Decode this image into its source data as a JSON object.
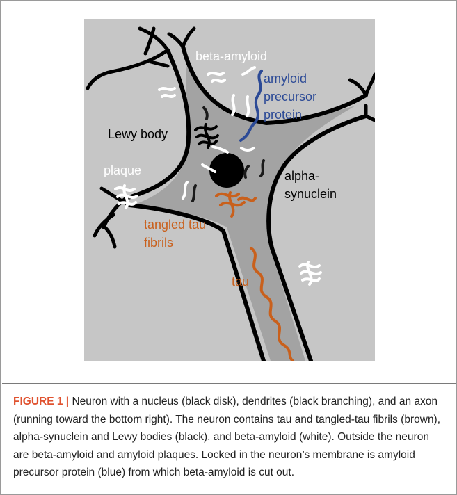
{
  "figure": {
    "colors": {
      "background": "#c6c6c6",
      "cell_body": "#a3a3a3",
      "membrane": "#000000",
      "tau": "#c9601c",
      "app": "#2c4a96",
      "beta_amyloid": "#ffffff",
      "alpha_synuclein": "#1a1a1a",
      "nucleus": "#000000"
    },
    "labels": {
      "beta_amyloid": "beta-amyloid",
      "app_line1": "amyloid",
      "app_line2": "precursor",
      "app_line3": "protein",
      "lewy_body": "Lewy body",
      "plaque": "plaque",
      "alpha_line1": "alpha-",
      "alpha_line2": "synuclein",
      "tangled_line1": "tangled tau",
      "tangled_line2": "fibrils",
      "tau": "tau"
    }
  },
  "caption": {
    "label": "FIGURE 1 |",
    "text": " Neuron with a nucleus (black disk), dendrites (black branching), and an axon (running toward the bottom right). The neuron contains tau and tangled-tau fibrils (brown), alpha-synuclein and Lewy bodies (black), and beta-amyloid (white). Outside the neuron are beta-amyloid and amyloid plaques. Locked in the neuron’s membrane is amyloid precursor protein (blue) from which beta-amyloid is cut out."
  }
}
